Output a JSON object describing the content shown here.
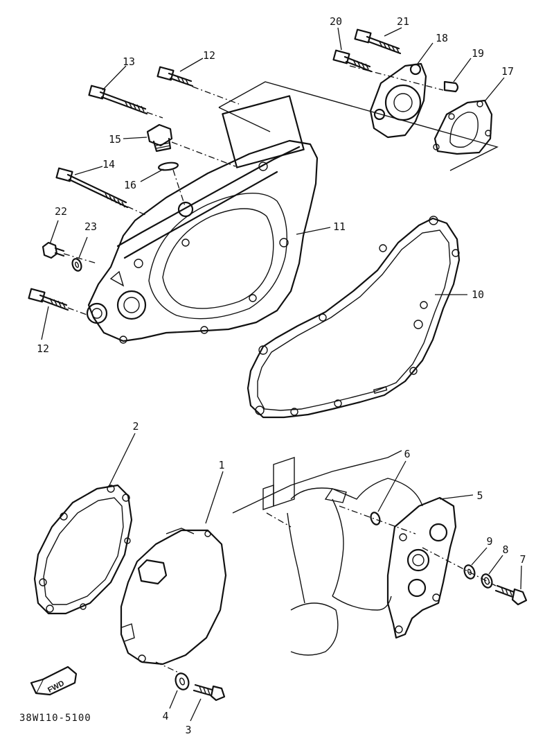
{
  "diagram": {
    "drawing_code": "38W110-5100",
    "direction_badge": "FWD",
    "callouts": [
      "1",
      "2",
      "3",
      "4",
      "5",
      "6",
      "7",
      "8",
      "9",
      "10",
      "11",
      "12",
      "12",
      "13",
      "14",
      "15",
      "16",
      "17",
      "18",
      "19",
      "20",
      "21",
      "22",
      "23"
    ]
  }
}
